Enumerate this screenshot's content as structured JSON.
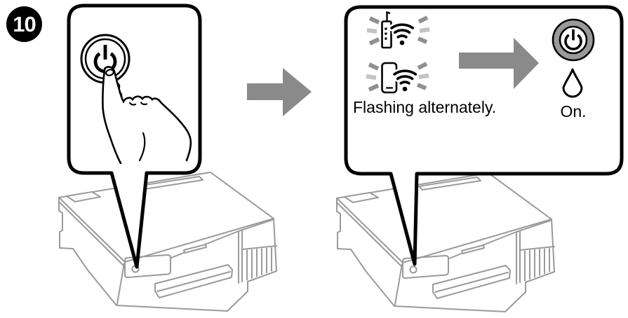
{
  "step": {
    "number": "10"
  },
  "callout_press": {
    "content": "finger pressing printer power button"
  },
  "callout_status": {
    "flashing_label": "Flashing alternately.",
    "on_label": "On."
  },
  "icons": {
    "power_button": "power-icon",
    "wifi_router": "router-wifi-flashing-icon",
    "wifi_direct": "smartphone-wifi-flashing-icon",
    "ink_drop": "ink-drop-icon",
    "next_arrow": "right-arrow-icon",
    "result_arrow": "right-arrow-icon"
  },
  "colors": {
    "line_black": "#000000",
    "printer_gray": "#9a9a9a",
    "arrow_gray": "#8a8a8a",
    "flash_dark": "#909090",
    "flash_light": "#c3c3c3",
    "led_ring_gray": "#9a9a9a",
    "badge_bg": "#000000",
    "badge_text": "#ffffff"
  }
}
